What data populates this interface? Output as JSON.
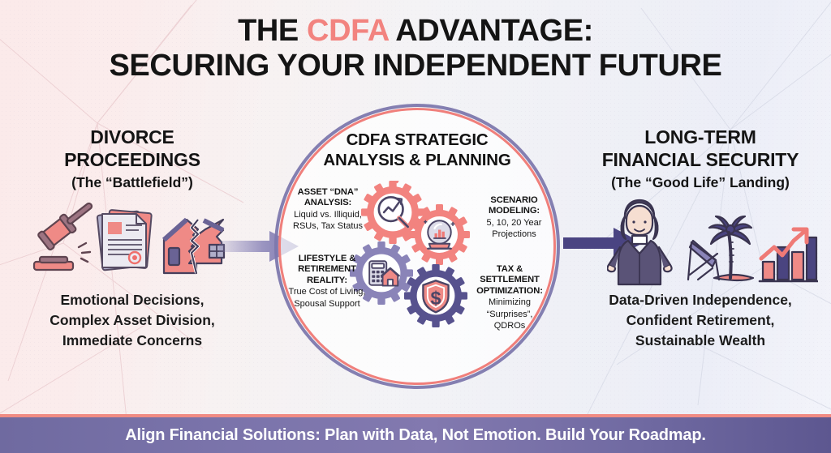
{
  "title": {
    "line1_pre": "THE ",
    "line1_accent": "CDFA",
    "line1_post": " ADVANTAGE:",
    "line2": "SECURING YOUR INDEPENDENT FUTURE"
  },
  "left_column": {
    "heading_line1": "DIVORCE",
    "heading_line2": "PROCEEDINGS",
    "subheading": "(The “Battlefield”)",
    "body_line1": "Emotional Decisions,",
    "body_line2": "Complex Asset Division,",
    "body_line3": "Immediate Concerns",
    "icons": [
      "gavel-icon",
      "legal-documents-icon",
      "broken-house-icon"
    ]
  },
  "center": {
    "heading_line1": "CDFA STRATEGIC",
    "heading_line2": "ANALYSIS & PLANNING",
    "quadrants": [
      {
        "id": "asset-dna",
        "title_line1": "ASSET “DNA”",
        "title_line2": "ANALYSIS:",
        "sub_line1": "Liquid vs. Illiquid,",
        "sub_line2": "RSUs, Tax Status",
        "icon": "magnifier-trend-icon",
        "gear_color": "#f2837f"
      },
      {
        "id": "scenario-modeling",
        "title_line1": "SCENARIO",
        "title_line2": "MODELING:",
        "sub_line1": "5, 10, 20 Year",
        "sub_line2": "Projections",
        "icon": "crystal-ball-chart-icon",
        "gear_color": "#f2837f"
      },
      {
        "id": "lifestyle-retirement",
        "title_line1": "LIFESTYLE &",
        "title_line2": "RETIREMENT",
        "title_line3": "REALITY:",
        "sub_line1": "True Cost of Living,",
        "sub_line2": "Spousal Support",
        "icon": "calculator-house-icon",
        "gear_color": "#8a84b8"
      },
      {
        "id": "tax-settlement",
        "title_line1": "TAX &",
        "title_line2": "SETTLEMENT",
        "title_line3": "OPTIMIZATION:",
        "sub_line1": "Minimizing",
        "sub_line2": "“Surprises”,",
        "sub_line3": "QDROs",
        "icon": "shield-dollar-icon",
        "gear_color": "#57528e"
      }
    ]
  },
  "right_column": {
    "heading_line1": "LONG-TERM",
    "heading_line2": "FINANCIAL SECURITY",
    "subheading": "(The “Good Life” Landing)",
    "body_line1": "Data-Driven Independence,",
    "body_line2": "Confident Retirement,",
    "body_line3": "Sustainable Wealth",
    "icons": [
      "confident-woman-icon",
      "palm-beach-chair-icon",
      "growth-chart-icon"
    ]
  },
  "arrows": {
    "left_to_center": "arrow-right-icon",
    "center_to_right": "arrow-right-icon"
  },
  "banner": {
    "text": "Align Financial Solutions: Plan with Data, Not Emotion. Build Your Roadmap."
  },
  "colors": {
    "accent_coral": "#f2837f",
    "accent_purple": "#7d78ad",
    "deep_purple": "#57528e",
    "banner_bg": "#7b74ab",
    "text_dark": "#141414"
  }
}
